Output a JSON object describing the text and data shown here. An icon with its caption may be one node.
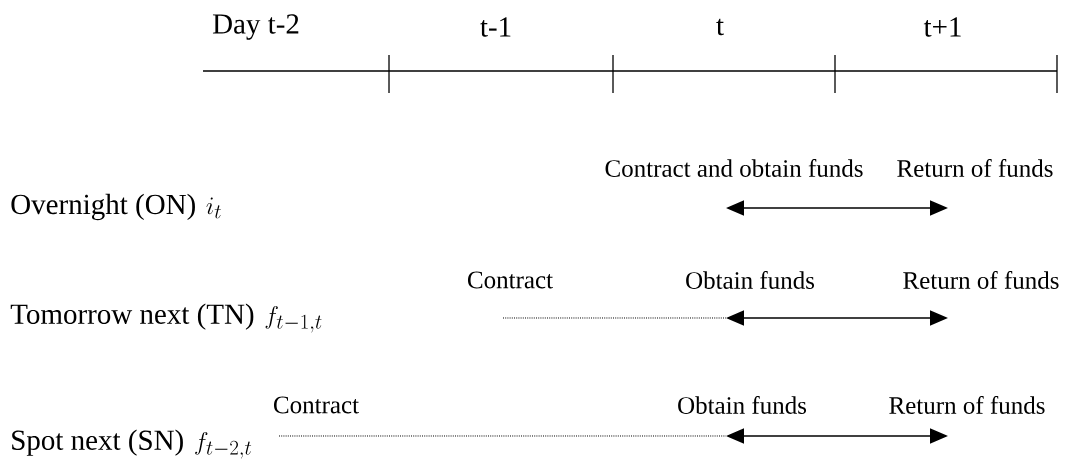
{
  "diagram": {
    "nodes": [
      {
        "text": [
          "Overnight (ON)",
          "i_{t}"
        ]
      },
      {
        "text": [
          "Contract and obtain funds"
        ]
      },
      {
        "text": [
          "Return of funds"
        ]
      },
      {
        "text": [
          "Tomorrow next (TN)",
          "f_{t-1,t}"
        ]
      },
      {
        "text": [
          "Contract"
        ]
      },
      {
        "text": [
          "Obtain funds"
        ]
      },
      {
        "text": [
          "Return of funds"
        ]
      },
      {
        "text": [
          "Spot next (SN)",
          "f_{t-2,t}"
        ]
      },
      {
        "text": [
          "Contract"
        ]
      },
      {
        "text": [
          "Obtain funds"
        ]
      },
      {
        "text": [
          "Return of funds"
        ]
      }
    ],
    "edges": [
      {
        "from": 1,
        "to": 2,
        "arrow": "both"
      },
      {
        "from": 4,
        "to": 5,
        "arrow": "none",
        "style": "dashed"
      },
      {
        "from": 5,
        "to": 6,
        "arrow": "both"
      },
      {
        "from": 8,
        "to": 9,
        "arrow": "none",
        "style": "dashed"
      },
      {
        "from": 9,
        "to": 10,
        "arrow": "both"
      }
    ],
    "labels": [
      "Day t-2",
      "t-1",
      "t",
      "t+1"
    ]
  }
}
